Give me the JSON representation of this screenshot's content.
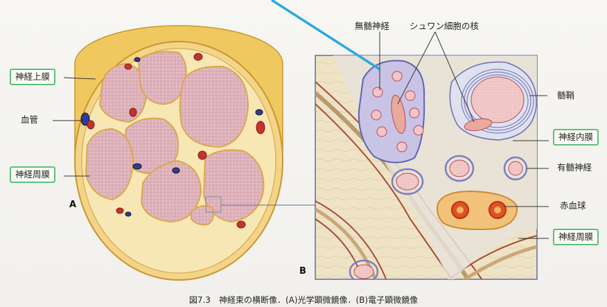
{
  "labels": {
    "perineurium_left": "神経周膜",
    "epineurium": "神経上膜",
    "blood_vessel": "血管",
    "unmyelinated": "無髄神経",
    "schwann_nucleus": "シュワン細胞の核",
    "myelin_sheath": "髄鞘",
    "endoneurium": "神経内膜",
    "myelinated": "有髄神経",
    "red_blood_cell": "赤血球",
    "perineurium_right": "神経周膜"
  },
  "panels": {
    "a": "A",
    "b": "B"
  },
  "caption": "図7.3　神経束の横断像．(A)光学顕微鏡像．(B)電子顕微鏡像",
  "colors": {
    "highlight_box": "#5fbf7a",
    "pointer_line": "#2aa9e0",
    "nerve_sheath": "#e8b94a",
    "fascicle": "#e7bfc6",
    "vessel_red": "#c4342d",
    "vessel_blue": "#2f3d9a",
    "unmyelinated_fill": "#c9c3e6"
  }
}
